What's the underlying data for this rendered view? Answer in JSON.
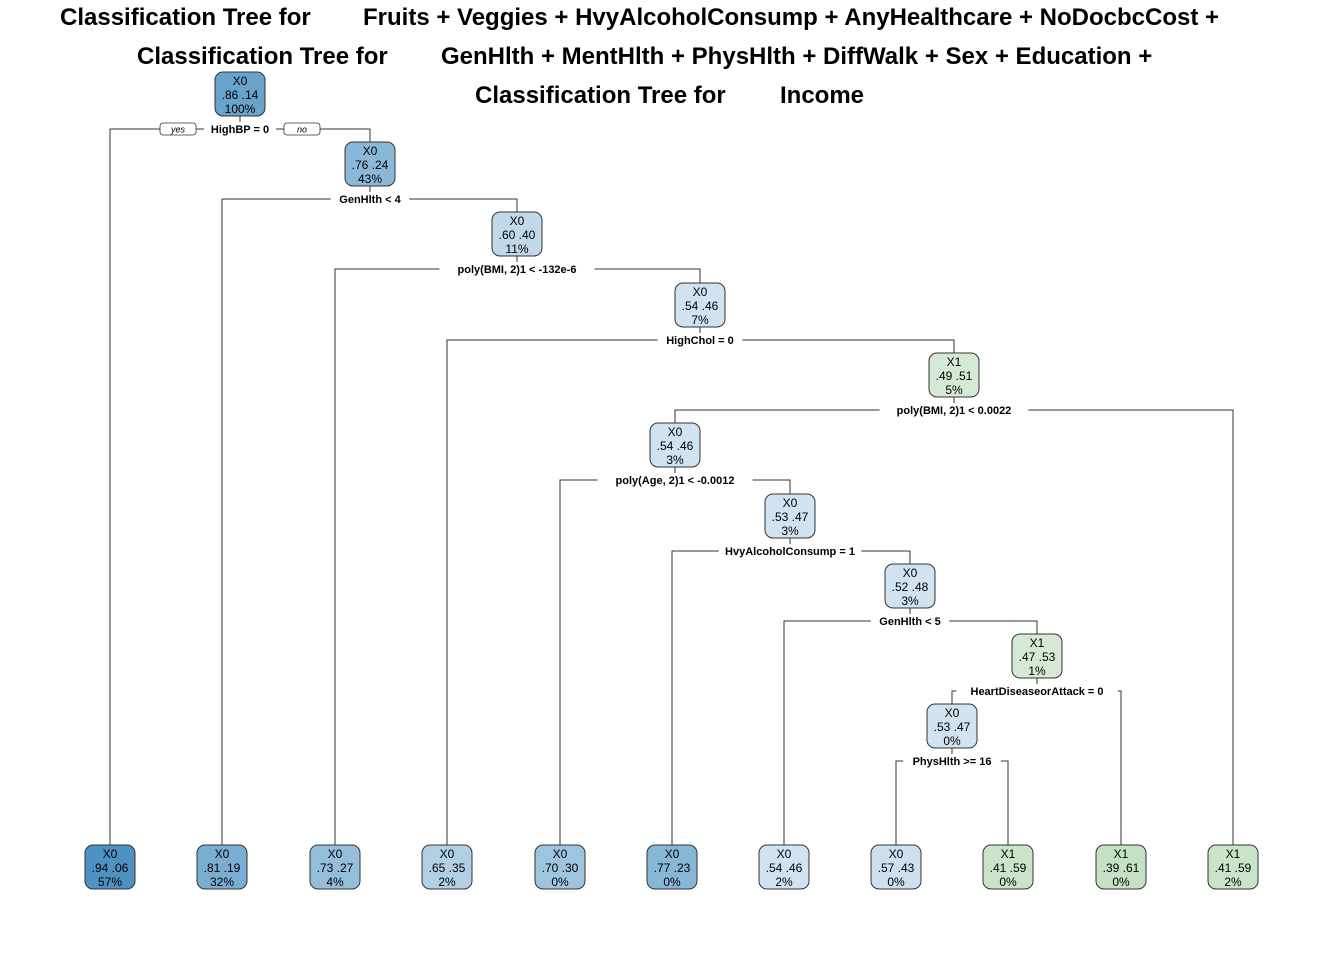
{
  "title": {
    "lines": [
      {
        "prefix": "Classification Tree for",
        "formula": "Fruits + Veggies + HvyAlcoholConsump + AnyHealthcare + NoDocbcCost +"
      },
      {
        "prefix": "Classification Tree for",
        "formula": "GenHlth + MentHlth + PhysHlth + DiffWalk + Sex + Education +"
      },
      {
        "prefix": "Classification Tree for",
        "formula": "Income"
      }
    ]
  },
  "branch_labels": {
    "yes": "yes",
    "no": "no"
  },
  "colors": {
    "class_X0": "#4a90c2",
    "class_X1": "#5aac5a",
    "edge": "#333333",
    "node_border": "#333333"
  },
  "tree": {
    "nodes": [
      {
        "id": "n1",
        "class": "X0",
        "p0": ".86",
        "p1": ".14",
        "pct": "100%",
        "split": "HighBP = 0"
      },
      {
        "id": "n3",
        "class": "X0",
        "p0": ".76",
        "p1": ".24",
        "pct": "43%",
        "split": "GenHlth < 4"
      },
      {
        "id": "n7",
        "class": "X0",
        "p0": ".60",
        "p1": ".40",
        "pct": "11%",
        "split": "poly(BMI, 2)1 < -132e-6"
      },
      {
        "id": "n15",
        "class": "X0",
        "p0": ".54",
        "p1": ".46",
        "pct": "7%",
        "split": "HighChol = 0"
      },
      {
        "id": "n31",
        "class": "X1",
        "p0": ".49",
        "p1": ".51",
        "pct": "5%",
        "split": "poly(BMI, 2)1 < 0.0022"
      },
      {
        "id": "n62",
        "class": "X0",
        "p0": ".54",
        "p1": ".46",
        "pct": "3%",
        "split": "poly(Age, 2)1 < -0.0012"
      },
      {
        "id": "n125",
        "class": "X0",
        "p0": ".53",
        "p1": ".47",
        "pct": "3%",
        "split": "HvyAlcoholConsump = 1"
      },
      {
        "id": "n251",
        "class": "X0",
        "p0": ".52",
        "p1": ".48",
        "pct": "3%",
        "split": "GenHlth < 5"
      },
      {
        "id": "n503",
        "class": "X1",
        "p0": ".47",
        "p1": ".53",
        "pct": "1%",
        "split": "HeartDiseaseorAttack = 0"
      },
      {
        "id": "n1006",
        "class": "X0",
        "p0": ".53",
        "p1": ".47",
        "pct": "0%",
        "split": "PhysHlth >= 16"
      }
    ],
    "leaves": [
      {
        "class": "X0",
        "p0": ".94",
        "p1": ".06",
        "pct": "57%"
      },
      {
        "class": "X0",
        "p0": ".81",
        "p1": ".19",
        "pct": "32%"
      },
      {
        "class": "X0",
        "p0": ".73",
        "p1": ".27",
        "pct": "4%"
      },
      {
        "class": "X0",
        "p0": ".65",
        "p1": ".35",
        "pct": "2%"
      },
      {
        "class": "X0",
        "p0": ".70",
        "p1": ".30",
        "pct": "0%"
      },
      {
        "class": "X0",
        "p0": ".77",
        "p1": ".23",
        "pct": "0%"
      },
      {
        "class": "X0",
        "p0": ".54",
        "p1": ".46",
        "pct": "2%"
      },
      {
        "class": "X0",
        "p0": ".57",
        "p1": ".43",
        "pct": "0%"
      },
      {
        "class": "X1",
        "p0": ".41",
        "p1": ".59",
        "pct": "0%"
      },
      {
        "class": "X1",
        "p0": ".39",
        "p1": ".61",
        "pct": "0%"
      },
      {
        "class": "X1",
        "p0": ".41",
        "p1": ".59",
        "pct": "2%"
      }
    ]
  }
}
